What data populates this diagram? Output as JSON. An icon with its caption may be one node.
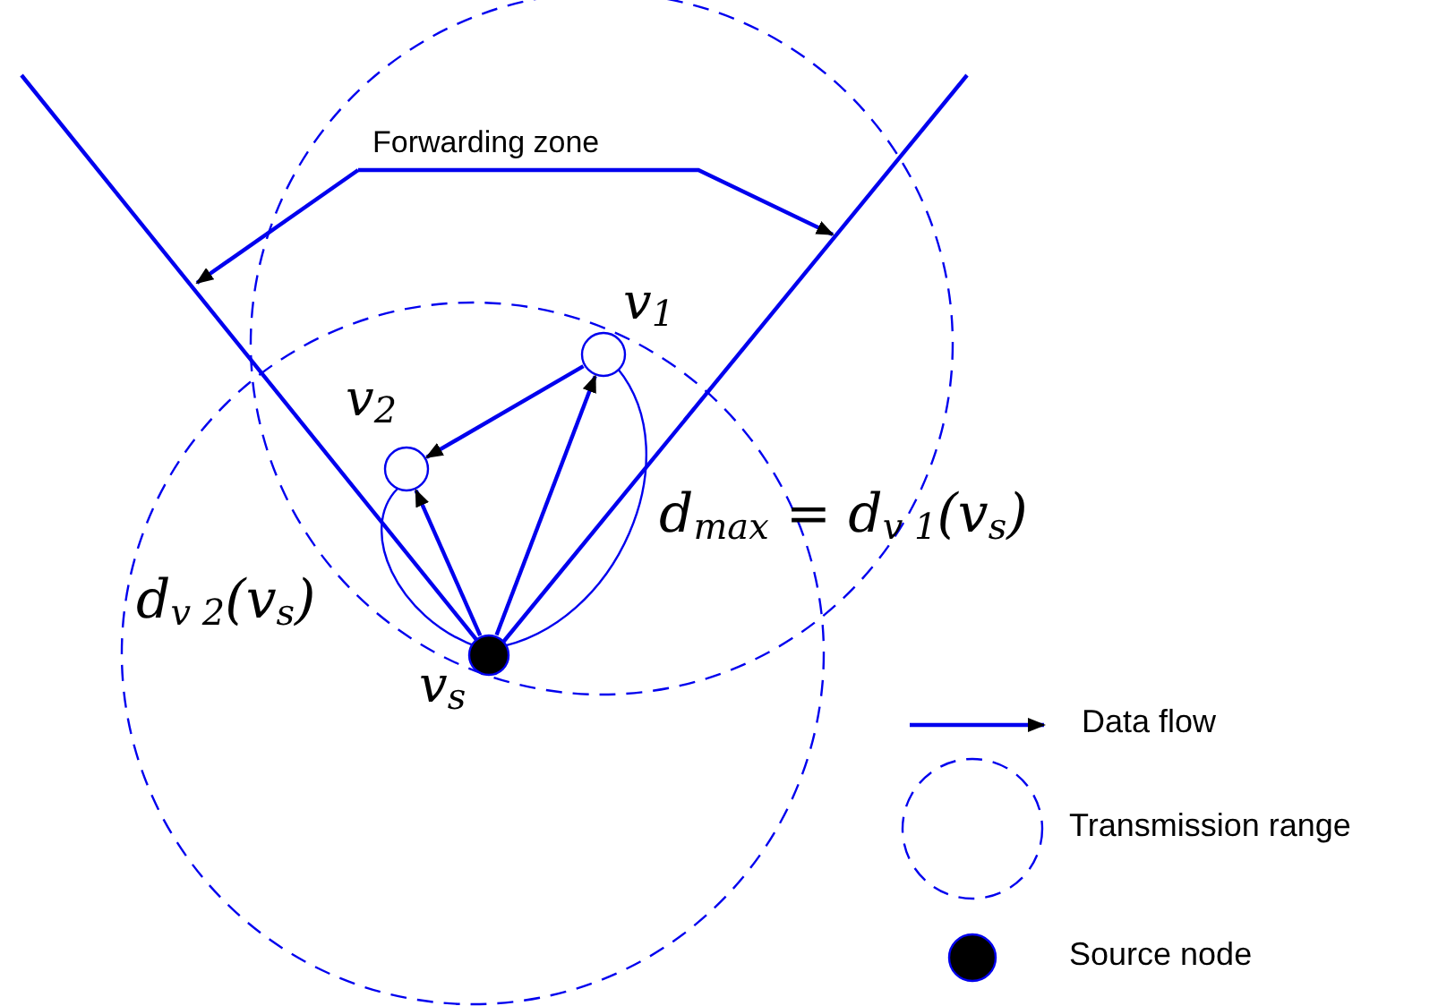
{
  "diagram": {
    "nodes": [
      {
        "text": [],
        "shape": "circle",
        "beside": [
          "v$_{s}$"
        ]
      },
      {
        "text": [],
        "shape": "circle",
        "beside": [
          "v$_{1}$"
        ]
      },
      {
        "text": [],
        "shape": "circle",
        "beside": [
          "v$_{2}$"
        ]
      },
      {
        "text": [
          "Forwarding zone"
        ]
      }
    ],
    "edges": [
      {
        "from": 0,
        "to": 2,
        "arrow": "to"
      },
      {
        "from": 0,
        "to": 1,
        "arrow": "to"
      },
      {
        "from": 1,
        "to": 2,
        "arrow": "to"
      },
      {
        "from": 3,
        "to": null,
        "arrow": "to"
      },
      {
        "from": 3,
        "to": null,
        "arrow": "to"
      }
    ],
    "labels": [
      "d$_{max}$ = d$_{v 1}$(v$_{s}$)",
      "d$_{v 2}$(v$_{s}$)"
    ],
    "legend": [
      {
        "text": "Data flow"
      },
      {
        "text": "Transmission range"
      },
      {
        "text": "Source node"
      }
    ]
  }
}
